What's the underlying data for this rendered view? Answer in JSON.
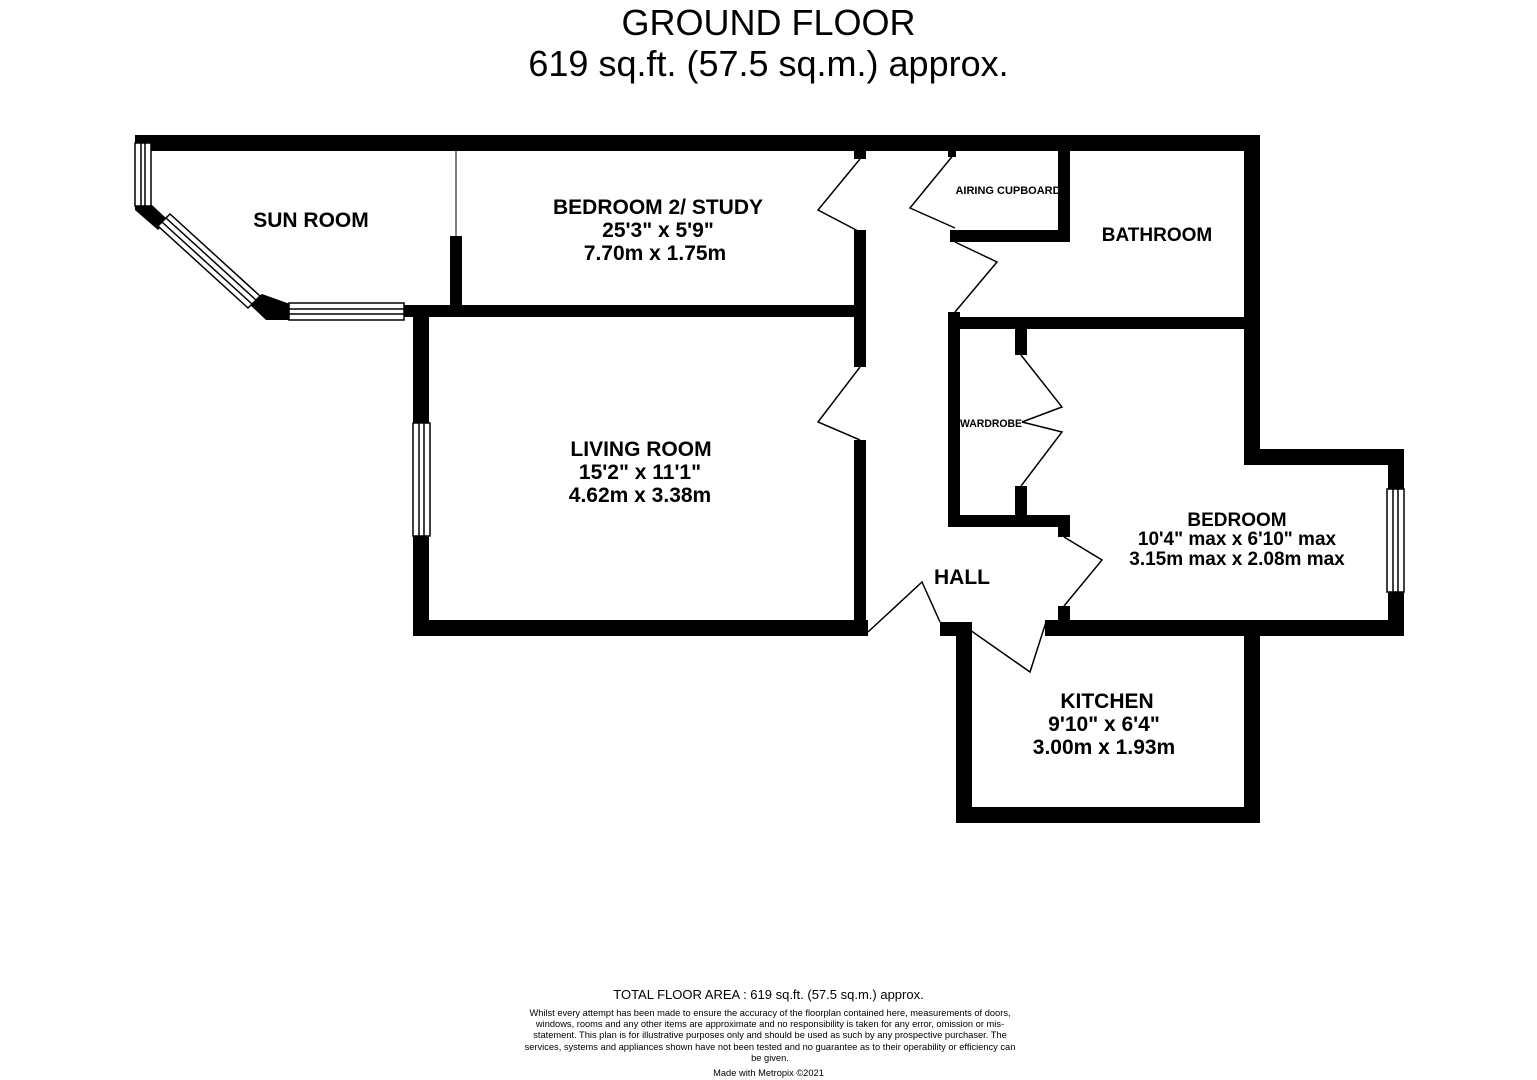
{
  "header": {
    "title": "GROUND FLOOR",
    "subtitle": "619 sq.ft. (57.5 sq.m.) approx."
  },
  "rooms": {
    "sun_room": {
      "name": "SUN ROOM"
    },
    "bedroom2": {
      "name": "BEDROOM 2/ STUDY",
      "imperial": "25'3\"  x 5'9\"",
      "metric": "7.70m  x 1.75m"
    },
    "airing": {
      "name": "AIRING CUPBOARD"
    },
    "bathroom": {
      "name": "BATHROOM"
    },
    "living": {
      "name": "LIVING ROOM",
      "imperial": "15'2\"  x 11'1\"",
      "metric": "4.62m  x 3.38m"
    },
    "wardrobe": {
      "name": "WARDROBE"
    },
    "bedroom": {
      "name": "BEDROOM",
      "imperial": "10'4\" max x 6'10\" max",
      "metric": "3.15m max x 2.08m max"
    },
    "hall": {
      "name": "HALL"
    },
    "kitchen": {
      "name": "KITCHEN",
      "imperial": "9'10\"  x 6'4\"",
      "metric": "3.00m  x 1.93m"
    }
  },
  "footer": {
    "total": "TOTAL FLOOR AREA : 619 sq.ft. (57.5 sq.m.) approx.",
    "disclaimer": "Whilst every attempt has been made to ensure the accuracy of the floorplan contained here, measurements of doors, windows, rooms and any other items are approximate and no responsibility is taken for any error, omission or mis-statement. This plan is for illustrative purposes only and should be used as such by any prospective purchaser. The services, systems and appliances shown have not been tested and no guarantee as to their operability or efficiency can be given.",
    "made_with": "Made with Metropix ©2021"
  }
}
